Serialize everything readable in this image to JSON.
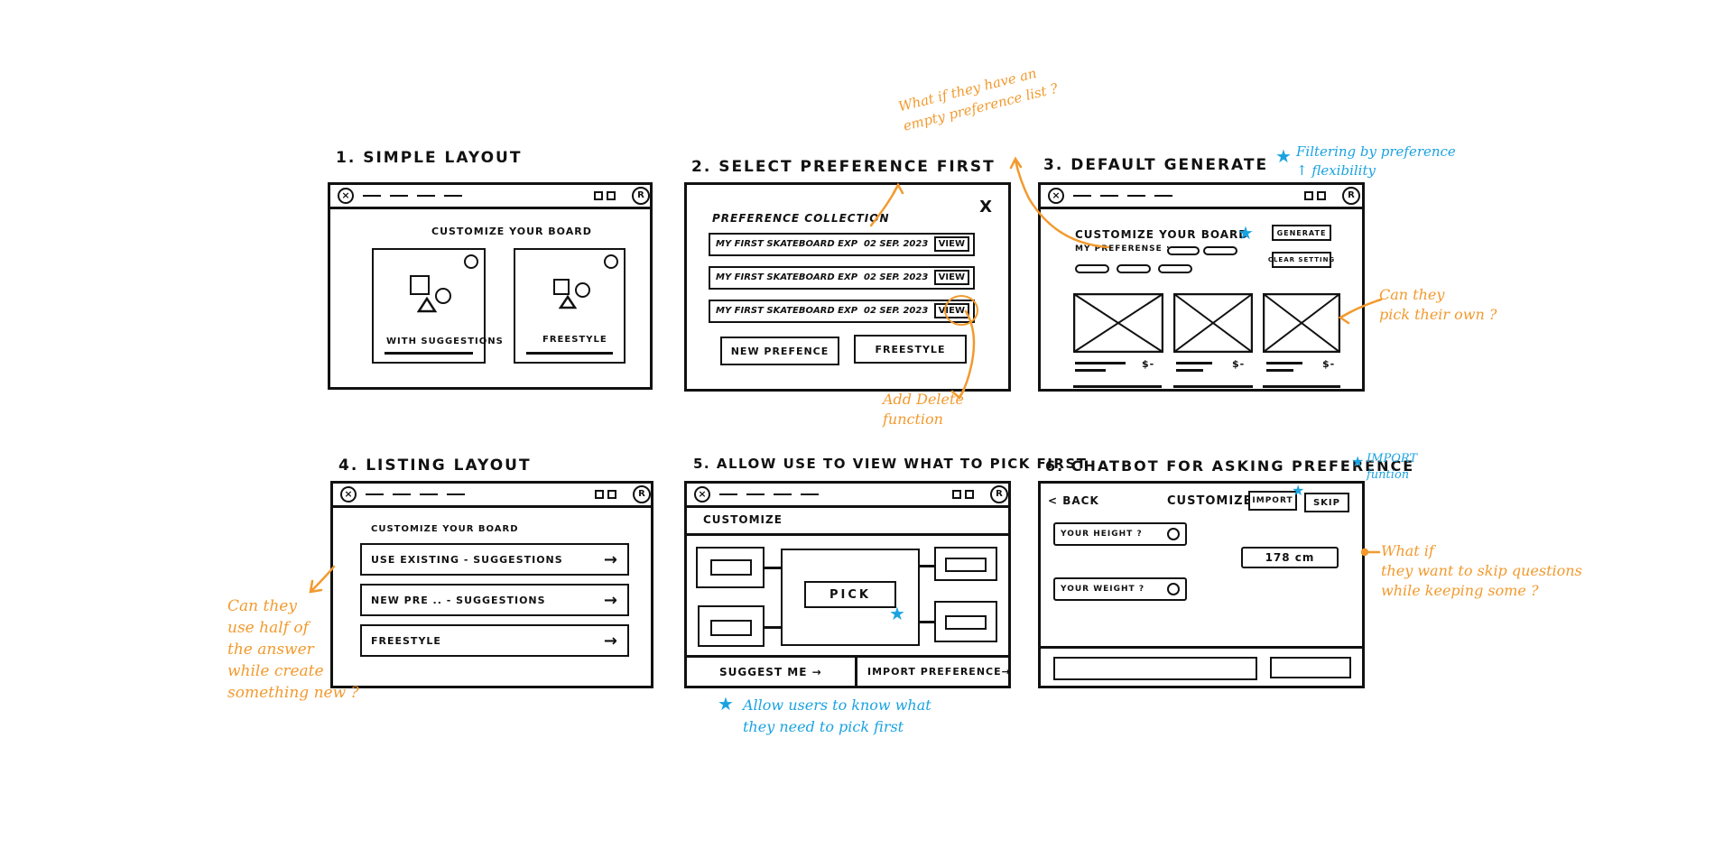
{
  "colors": {
    "ink": "#111111",
    "note_orange": "#f29a2e",
    "note_blue": "#1aa3e0"
  },
  "sketches": [
    {
      "title": "1. SIMPLE LAYOUT",
      "heading": "CUSTOMIZE YOUR BOARD",
      "cards": [
        "WITH SUGGESTIONS",
        "FREESTYLE"
      ]
    },
    {
      "title": "2. SELECT PREFERENCE FIRST",
      "heading": "PREFERENCE COLLECTION",
      "close": "X",
      "rows": [
        {
          "name": "MY FIRST SKATEBOARD EXP",
          "date": "02 SEP. 2023",
          "action": "VIEW"
        },
        {
          "name": "MY FIRST SKATEBOARD EXP",
          "date": "02 SEP. 2023",
          "action": "VIEW"
        },
        {
          "name": "MY FIRST SKATEBOARD EXP",
          "date": "02 SEP. 2023",
          "action": "VIEW"
        }
      ],
      "buttons": [
        "NEW PREFENCE",
        "FREESTYLE"
      ]
    },
    {
      "title": "3. DEFAULT GENERATE",
      "heading": "CUSTOMIZE YOUR BOARD",
      "pref_label": "MY PREFERENSE :",
      "buttons": [
        "GENERATE",
        "CLEAR SETTING"
      ],
      "prices": [
        "$-",
        "$-",
        "$-"
      ]
    },
    {
      "title": "4. LISTING LAYOUT",
      "heading": "CUSTOMIZE YOUR BOARD",
      "options": [
        "USE EXISTING - SUGGESTIONS",
        "NEW PRE ..  - SUGGESTIONS",
        "FREESTYLE"
      ],
      "arrow": "→"
    },
    {
      "title": "5. ALLOW USE TO VIEW WHAT TO PICK FIRST",
      "heading": "CUSTOMIZE",
      "center": "PICK",
      "bottom": [
        "SUGGEST  ME →",
        "IMPORT PREFERENCE→"
      ]
    },
    {
      "title": "6. CHATBOT  FOR ASKING PREFERENCE",
      "back": "< BACK",
      "heading": "CUSTOMIZE",
      "buttons": [
        "IMPORT",
        "SKIP"
      ],
      "questions": [
        "YOUR HEIGHT ?",
        "YOUR WEIGHT ?"
      ],
      "answer": "178 cm"
    }
  ],
  "notes": {
    "empty_list": "What if they have an\nempty preference list ?",
    "filtering": "Filtering by preference\n↑ flexibility",
    "add_delete": "Add Delete\nfunction",
    "pick_own": "Can they\npick their own ?",
    "import_fn": "IMPORT\nfuntion",
    "half_answer": "Can they\nuse half of\nthe answer\nwhile create\nsomething new ?",
    "skip_questions": "What if\nthey want to skip questions\nwhile keeping some ?",
    "know_pick": "Allow users to know what\nthey need to pick first"
  }
}
